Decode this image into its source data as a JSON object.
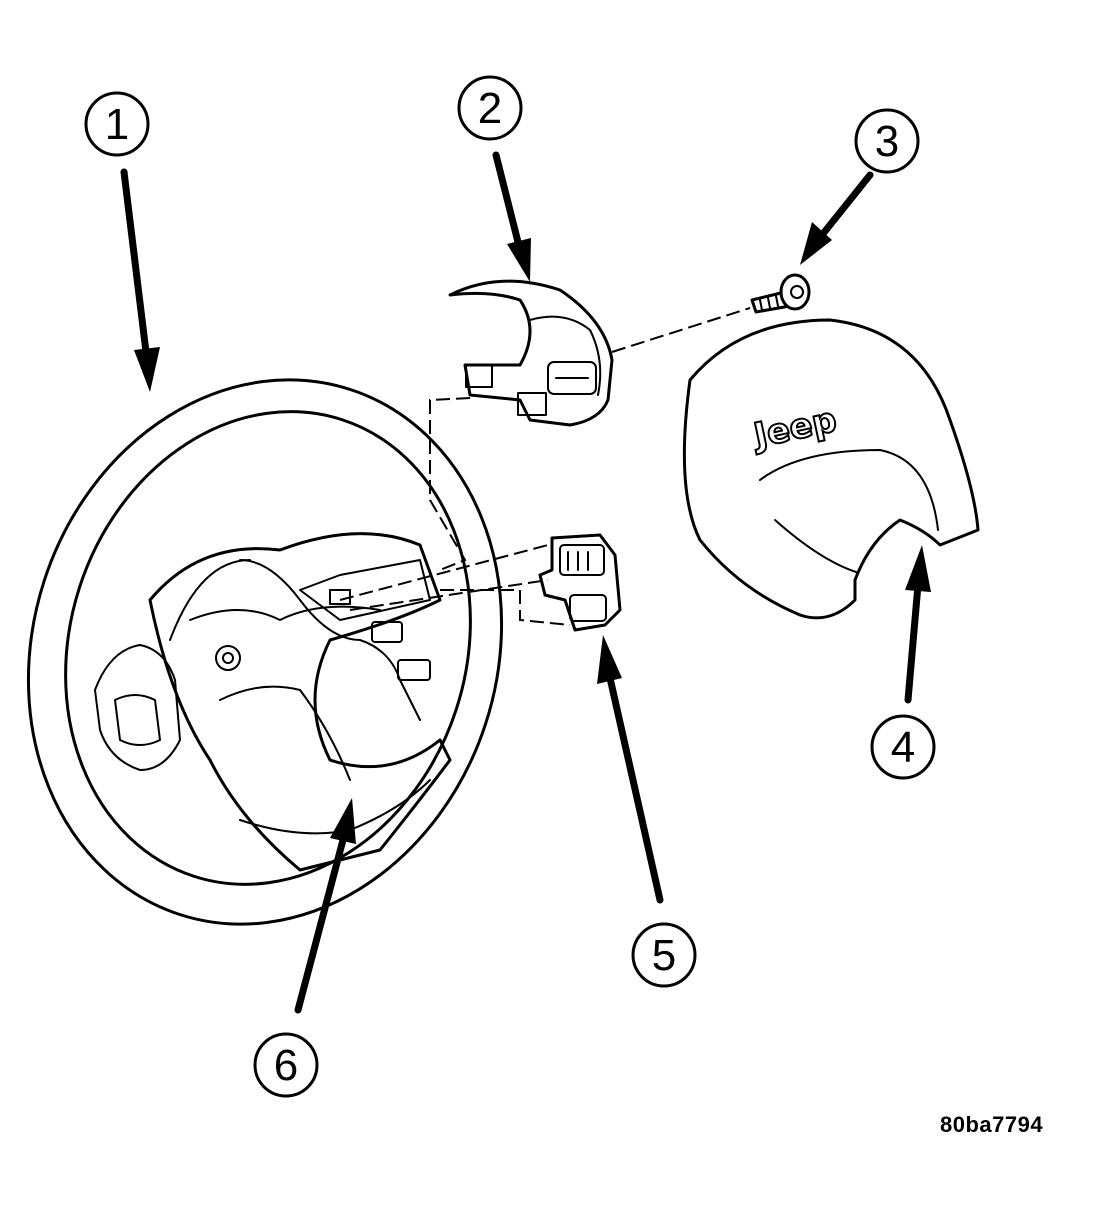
{
  "callouts": [
    {
      "id": "callout-1",
      "label": "1"
    },
    {
      "id": "callout-2",
      "label": "2"
    },
    {
      "id": "callout-3",
      "label": "3"
    },
    {
      "id": "callout-4",
      "label": "4"
    },
    {
      "id": "callout-5",
      "label": "5"
    },
    {
      "id": "callout-6",
      "label": "6"
    }
  ],
  "airbag_logo": "Jeep",
  "figure_id": "80ba7794"
}
